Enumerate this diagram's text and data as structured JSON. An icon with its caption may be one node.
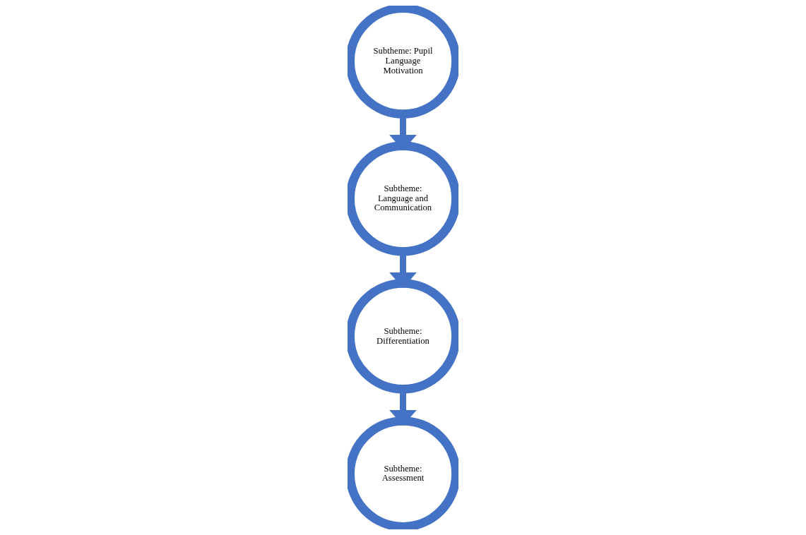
{
  "diagram": {
    "nodes": [
      {
        "text": [
          "Subtheme: Pupil Language Motivation"
        ]
      },
      {
        "text": [
          "Subtheme: Language and Communication"
        ]
      },
      {
        "text": [
          "Subtheme: Differentiation"
        ]
      },
      {
        "text": [
          "Subtheme: Assessment"
        ]
      }
    ],
    "edges": [
      {
        "from": 0,
        "to": 1,
        "arrow": "to"
      },
      {
        "from": 1,
        "to": 2,
        "arrow": "to"
      },
      {
        "from": 2,
        "to": 3,
        "arrow": "to"
      }
    ]
  }
}
